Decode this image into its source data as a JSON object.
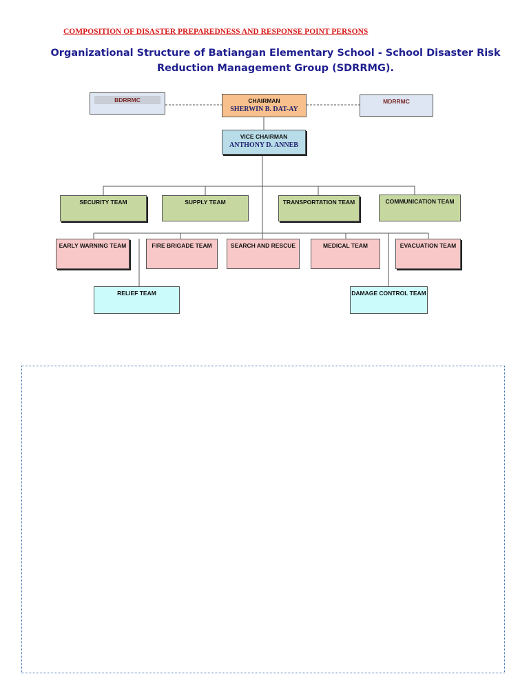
{
  "heading": "COMPOSITION OF DISASTER PREPAREDNESS AND RESPONSE POINT PERSONS",
  "title": "Organizational Structure of Batiangan Elementary School - School Disaster Risk Reduction Management Group (SDRRMG).",
  "chart": {
    "bdrrmc": "BDRRMC",
    "mdrrmc": "MDRRMC",
    "chairman": {
      "role": "CHAIRMAN",
      "name": "SHERWIN B. DAT-AY"
    },
    "vice_chairman": {
      "role": "VICE CHAIRMAN",
      "name": "ANTHONY D. ANNEB"
    },
    "teams_row1": [
      "SECURITY TEAM",
      "SUPPLY TEAM",
      "TRANSPORTATION TEAM",
      "COMMUNICATION TEAM"
    ],
    "teams_row2": [
      "EARLY WARNING TEAM",
      "FIRE BRIGADE TEAM",
      "SEARCH AND RESCUE",
      "MEDICAL TEAM",
      "EVACUATION TEAM"
    ],
    "teams_row3": [
      "RELIEF TEAM",
      "DAMAGE CONTROL TEAM"
    ]
  },
  "colors": {
    "heading": "#d81e1e",
    "title": "#1f1f8f",
    "chairman_fill": "#f8c08c",
    "vice_chairman_fill": "#b8dde8",
    "row1_fill": "#c6d8a0",
    "row2_fill": "#f8c8c8",
    "row3_fill": "#ccfbfb",
    "agency_fill": "#dde6f2"
  }
}
